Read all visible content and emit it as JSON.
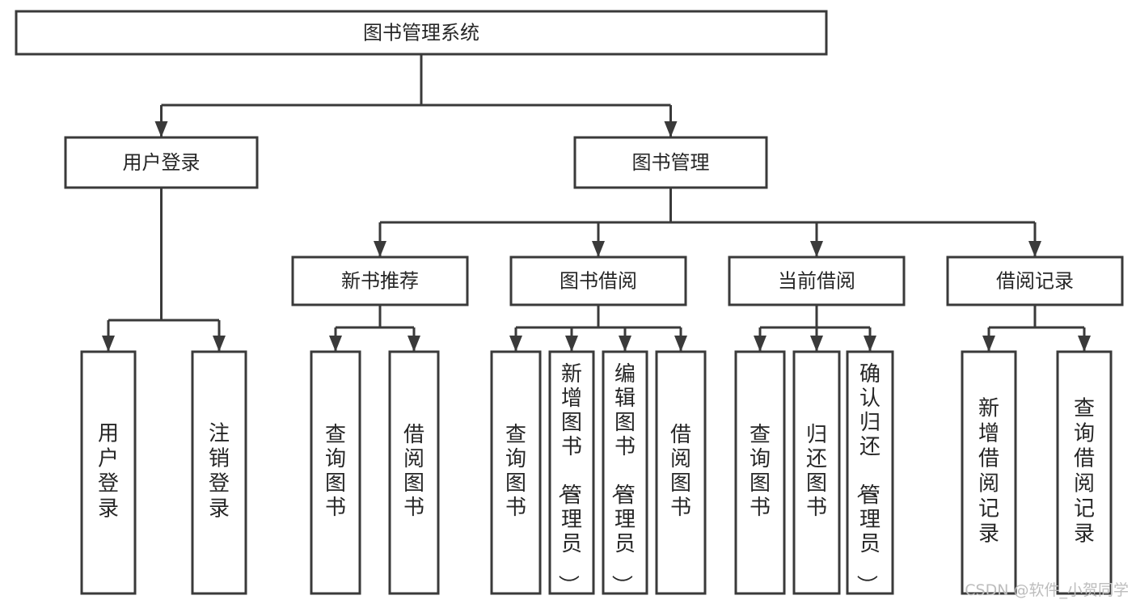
{
  "diagram": {
    "title": "图书管理系统",
    "type": "hierarchy-tree",
    "root": {
      "id": "root",
      "label": "图书管理系统",
      "orientation": "horizontal"
    },
    "level1": [
      {
        "id": "user-login",
        "label": "用户登录",
        "orientation": "horizontal"
      },
      {
        "id": "book-management",
        "label": "图书管理",
        "orientation": "horizontal"
      }
    ],
    "level2": [
      {
        "id": "new-book-recommend",
        "label": "新书推荐",
        "orientation": "horizontal",
        "parent": "book-management"
      },
      {
        "id": "book-borrow",
        "label": "图书借阅",
        "orientation": "horizontal",
        "parent": "book-management"
      },
      {
        "id": "current-borrow",
        "label": "当前借阅",
        "orientation": "horizontal",
        "parent": "book-management"
      },
      {
        "id": "borrow-record",
        "label": "借阅记录",
        "orientation": "horizontal",
        "parent": "book-management"
      }
    ],
    "leaves": {
      "user_login": [
        {
          "id": "leaf-user-login",
          "label": "用户登录",
          "orientation": "vertical"
        },
        {
          "id": "leaf-logout",
          "label": "注销登录",
          "orientation": "vertical"
        }
      ],
      "new_book_recommend": [
        {
          "id": "leaf-query-book-1",
          "label": "查询图书",
          "orientation": "vertical"
        },
        {
          "id": "leaf-borrow-book-1",
          "label": "借阅图书",
          "orientation": "vertical"
        }
      ],
      "book_borrow": [
        {
          "id": "leaf-query-book-2",
          "label": "查询图书",
          "orientation": "vertical"
        },
        {
          "id": "leaf-add-book",
          "label": "新增图书（管理员）",
          "orientation": "vertical"
        },
        {
          "id": "leaf-edit-book",
          "label": "编辑图书（管理员）",
          "orientation": "vertical"
        },
        {
          "id": "leaf-borrow-book-2",
          "label": "借阅图书",
          "orientation": "vertical"
        }
      ],
      "current_borrow": [
        {
          "id": "leaf-query-book-3",
          "label": "查询图书",
          "orientation": "vertical"
        },
        {
          "id": "leaf-return-book",
          "label": "归还图书",
          "orientation": "vertical"
        },
        {
          "id": "leaf-confirm-return",
          "label": "确认归还（管理员）",
          "orientation": "vertical"
        }
      ],
      "borrow_record": [
        {
          "id": "leaf-add-record",
          "label": "新增借阅记录",
          "orientation": "vertical"
        },
        {
          "id": "leaf-query-record",
          "label": "查询借阅记录",
          "orientation": "vertical"
        }
      ]
    }
  },
  "watermark": {
    "text": "CSDN @软件_小贺同学"
  },
  "colors": {
    "stroke": "#3a3a3a",
    "box_fill": "#ffffff",
    "text": "#262626",
    "background": "#ffffff",
    "watermark": "#bdbdbd"
  }
}
